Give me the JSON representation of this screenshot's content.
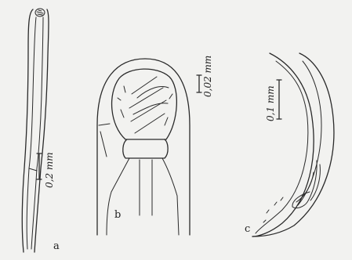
{
  "panels": [
    {
      "id": "a",
      "label": "a",
      "scale_text": "0,2 mm"
    },
    {
      "id": "b",
      "label": "b",
      "scale_text": "0,02 mm"
    },
    {
      "id": "c",
      "label": "c",
      "scale_text": "0,1 mm"
    }
  ],
  "colors": {
    "ink": "#2a2a2a",
    "paper": "#f2f2f0"
  }
}
